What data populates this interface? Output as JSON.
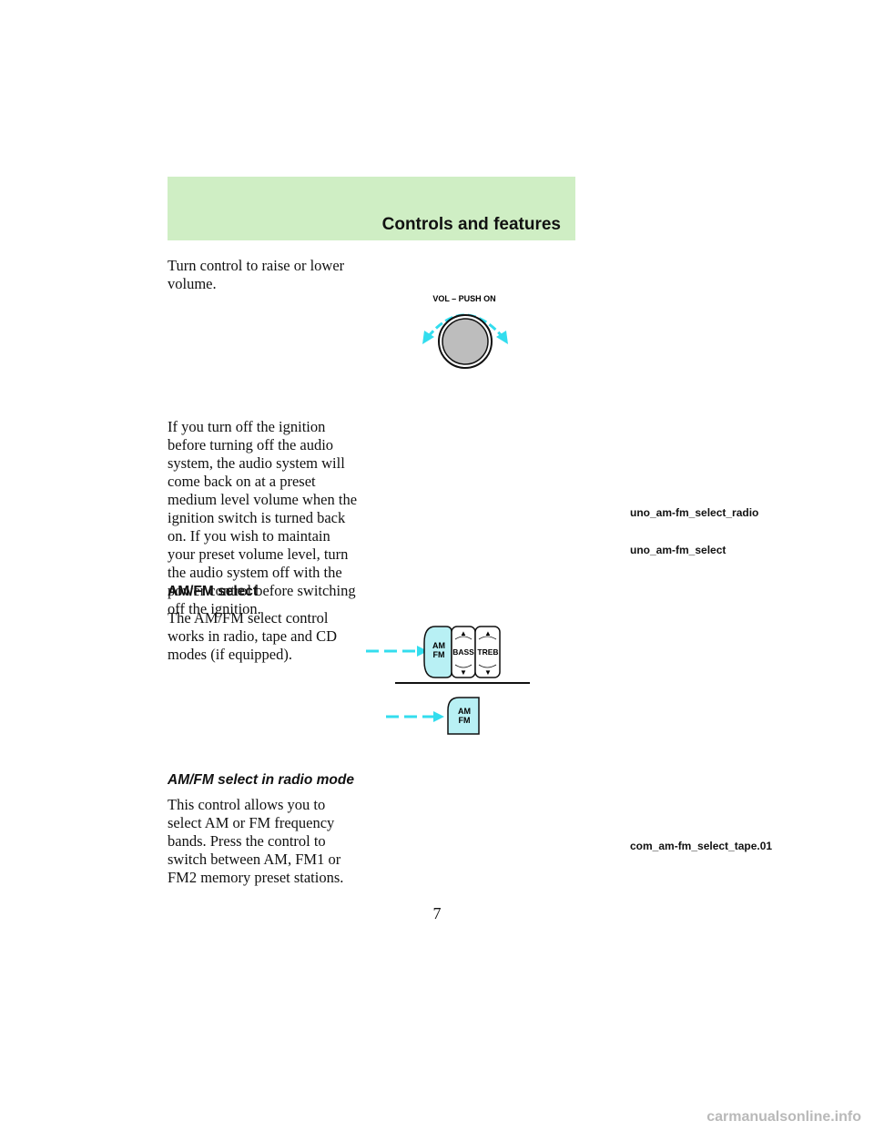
{
  "header": {
    "title": "Controls and features"
  },
  "paragraphs": {
    "volume": "Turn control to raise or lower volume.",
    "ignition": "If you turn off the ignition before turning off the audio system, the audio system will come back on at a preset medium level volume when the ignition switch is turned back on. If you wish to maintain your preset volume level, turn the audio system off with the power control before switching off the ignition.",
    "amfm_intro": "The AM/FM select control works in radio, tape and CD modes (if equipped).",
    "radio_mode": "This control allows you to select AM or FM frequency bands. Press the control to switch between AM, FM1 or FM2 memory preset stations."
  },
  "headings": {
    "amfm_select": "AM/FM select",
    "amfm_radio_mode": "AM/FM select in radio mode"
  },
  "figures": {
    "volume_knob_label": "VOL – PUSH ON",
    "button_amfm_line1": "AM",
    "button_amfm_line2": "FM",
    "button_bass": "BASS",
    "button_treb": "TREB",
    "arrow_up": "▲",
    "arrow_down": "▼",
    "label_radio": "uno_am-fm_select_radio",
    "label_select": "uno_am-fm_select",
    "label_tape": "com_am-fm_select_tape.01"
  },
  "page_number": "7",
  "watermark": "carmanualsonline.info",
  "colors": {
    "header_band": "#cfeec4",
    "accent_cyan": "#33ddee",
    "button_fill": "#b8f0f4",
    "knob_fill": "#bdbdbd"
  }
}
